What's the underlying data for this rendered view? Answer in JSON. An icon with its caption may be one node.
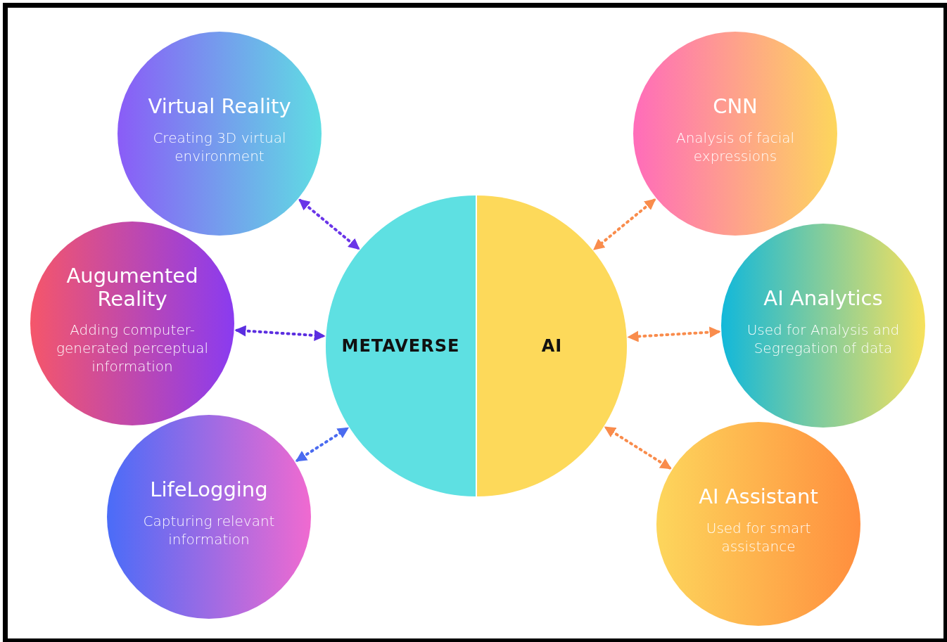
{
  "diagram": {
    "nodes": [
      {
        "text": [
          "METAVERSE"
        ]
      },
      {
        "text": [
          "AI"
        ]
      },
      {
        "text": [
          "Virtual Reality",
          "Creating 3D virtual environment"
        ]
      },
      {
        "text": [
          "Augumented Reality",
          "Adding computer-generated perceptual information"
        ]
      },
      {
        "text": [
          "LifeLogging",
          "Capturing relevant information"
        ]
      },
      {
        "text": [
          "CNN",
          "Analysis of facial expressions"
        ]
      },
      {
        "text": [
          "AI Analytics",
          "Used for Analysis and Segregation of data"
        ]
      },
      {
        "text": [
          "AI Assistant",
          "Used for smart assistance"
        ]
      }
    ],
    "edges": [
      {
        "from": 2,
        "to": 0,
        "arrow": "both",
        "style": "dashed",
        "color": "#6a35e8"
      },
      {
        "from": 3,
        "to": 0,
        "arrow": "both",
        "style": "dashed",
        "color": "#5b2ee0"
      },
      {
        "from": 4,
        "to": 0,
        "arrow": "both",
        "style": "dashed",
        "color": "#4a6bf0"
      },
      {
        "from": 5,
        "to": 1,
        "arrow": "both",
        "style": "dashed",
        "color": "#f98c4c"
      },
      {
        "from": 6,
        "to": 1,
        "arrow": "both",
        "style": "dashed",
        "color": "#f98c4c"
      },
      {
        "from": 7,
        "to": 1,
        "arrow": "both",
        "style": "dashed",
        "color": "#f98c4c"
      }
    ]
  }
}
